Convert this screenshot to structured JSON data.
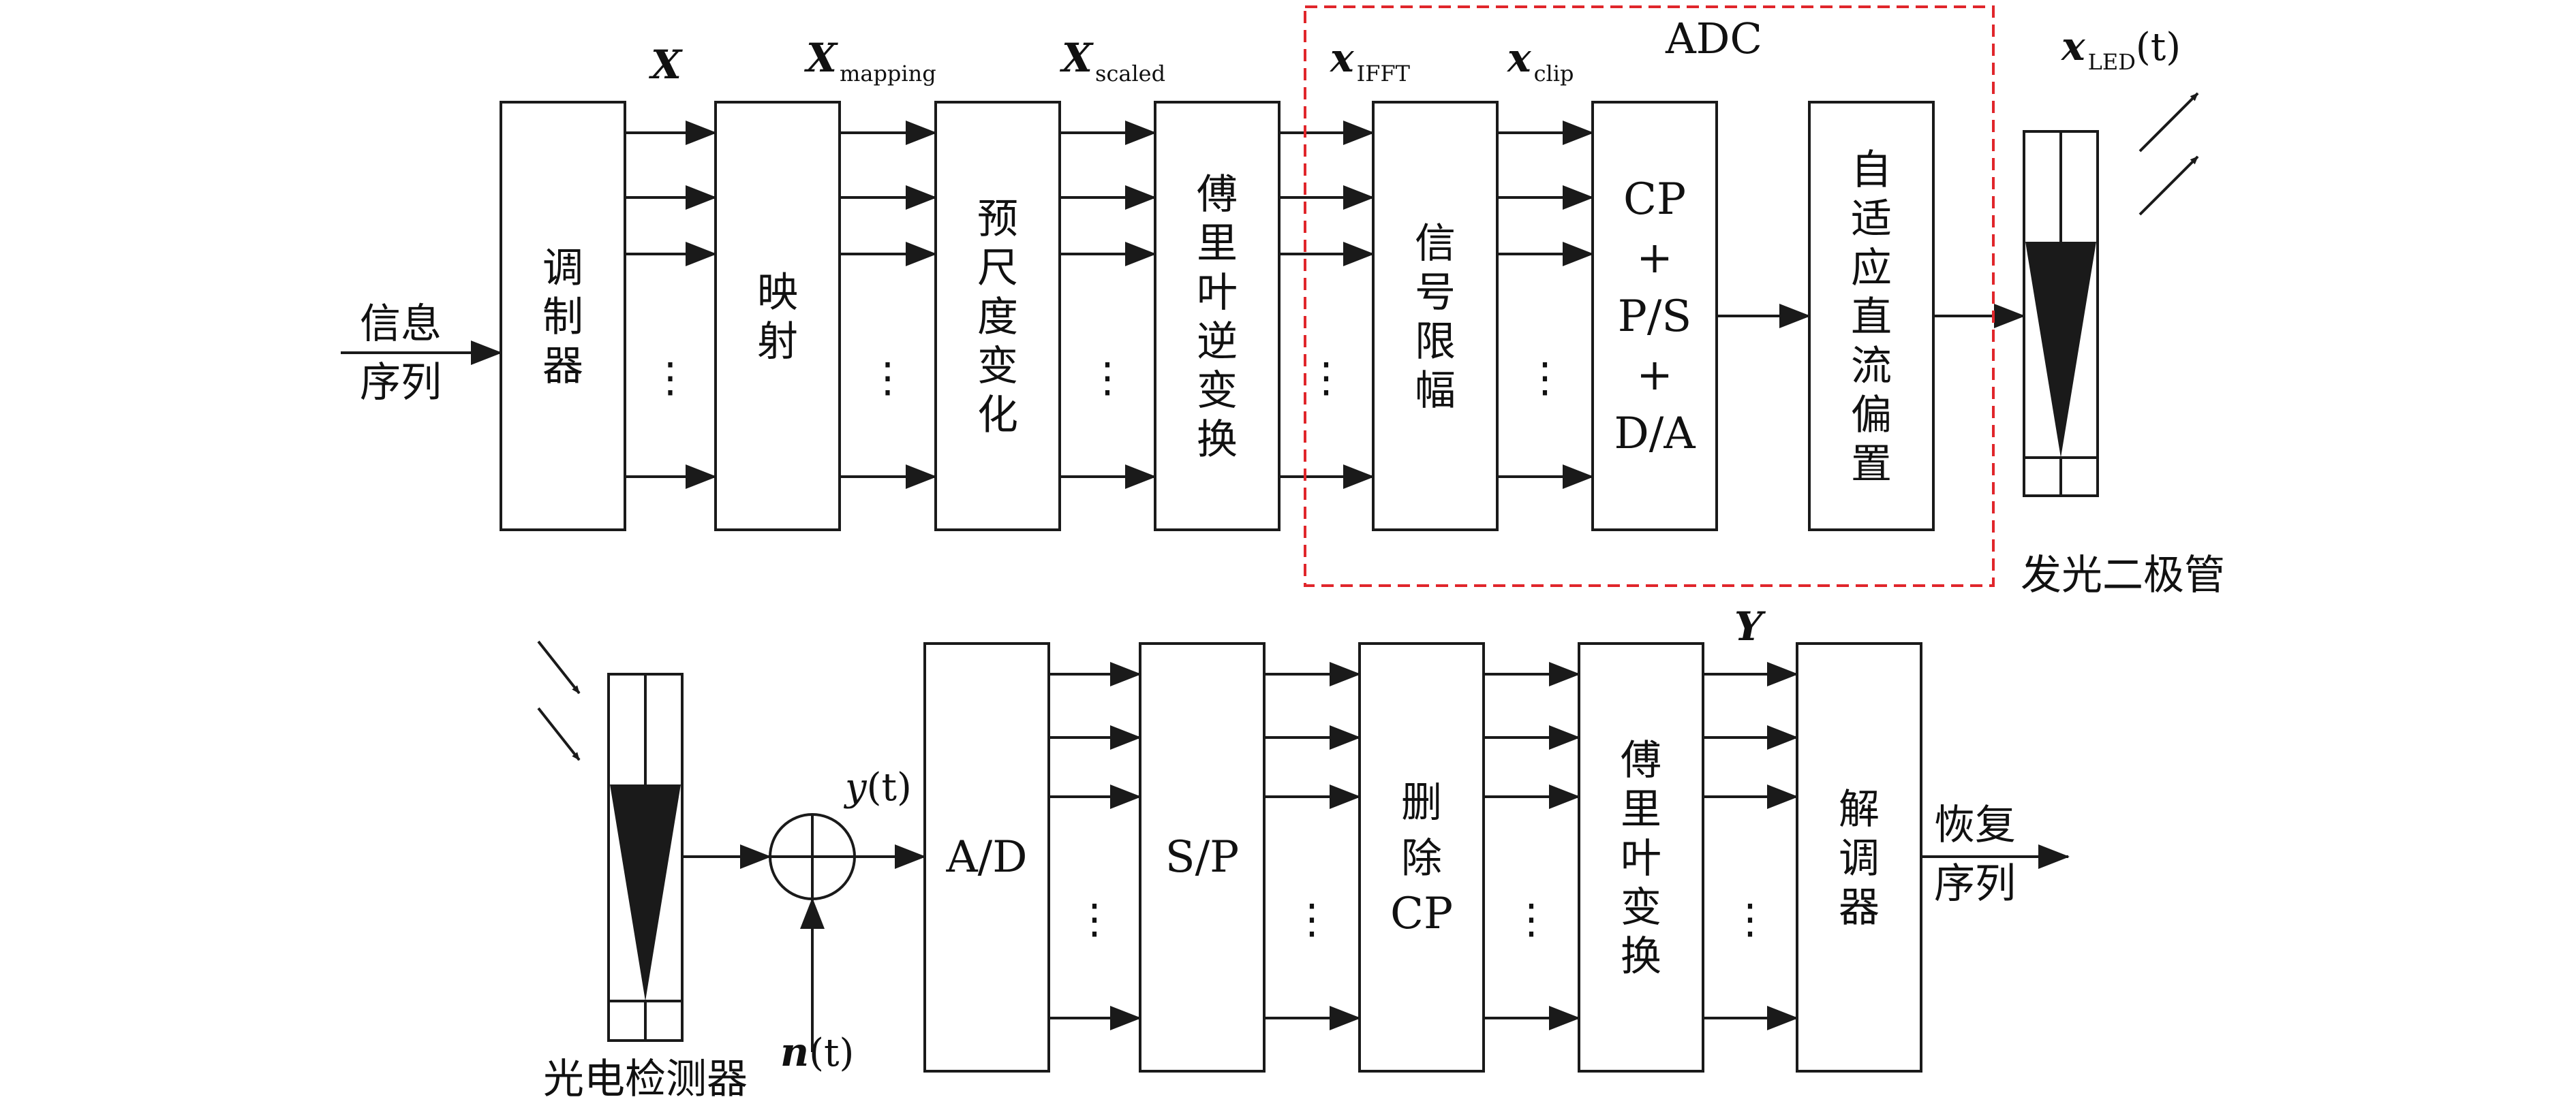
{
  "top_chain": {
    "input_label": [
      "信息",
      "序列"
    ],
    "blocks": [
      {
        "id": "modulator",
        "label": "调制器"
      },
      {
        "id": "mapping",
        "label": "映射"
      },
      {
        "id": "prescale",
        "label": "预尺度变化"
      },
      {
        "id": "ifft",
        "label": "傅里叶逆变换"
      },
      {
        "id": "clip",
        "label": "信号限幅"
      },
      {
        "id": "cp-ps-da",
        "label": [
          "CP",
          "+",
          "P/S",
          "+",
          "D/A"
        ]
      },
      {
        "id": "dc-bias",
        "label": "自适应直流偏置"
      }
    ],
    "signals": {
      "x": "X",
      "x_mapping": {
        "main": "X",
        "sub": "mapping"
      },
      "x_scaled": {
        "main": "X",
        "sub": "scaled"
      },
      "x_ifft": {
        "main": "x",
        "sub": "IFFT"
      },
      "x_clip": {
        "main": "x",
        "sub": "clip"
      },
      "x_led": {
        "main": "x",
        "sub": "LED",
        "arg": "(t)"
      }
    },
    "adc_label": "ADC",
    "led_label": "发光二极管",
    "ellipsis": "⋮"
  },
  "bottom_chain": {
    "detector_label": "光电检测器",
    "y_label": {
      "main": "y",
      "arg": "(t)"
    },
    "n_label": {
      "main": "n",
      "arg": "(t)"
    },
    "blocks": [
      {
        "id": "ad",
        "label": "A/D"
      },
      {
        "id": "sp",
        "label": "S/P"
      },
      {
        "id": "remove-cp",
        "label": [
          "删",
          "除",
          "CP"
        ]
      },
      {
        "id": "fft",
        "label": "傅里叶变换"
      },
      {
        "id": "demod",
        "label": "解调器"
      }
    ],
    "y_signal": "Y",
    "output_label": [
      "恢复",
      "序列"
    ],
    "ellipsis": "⋮"
  },
  "colors": {
    "line": "#1a1a1a",
    "adc_border": "#e0262b",
    "background": "#ffffff"
  }
}
